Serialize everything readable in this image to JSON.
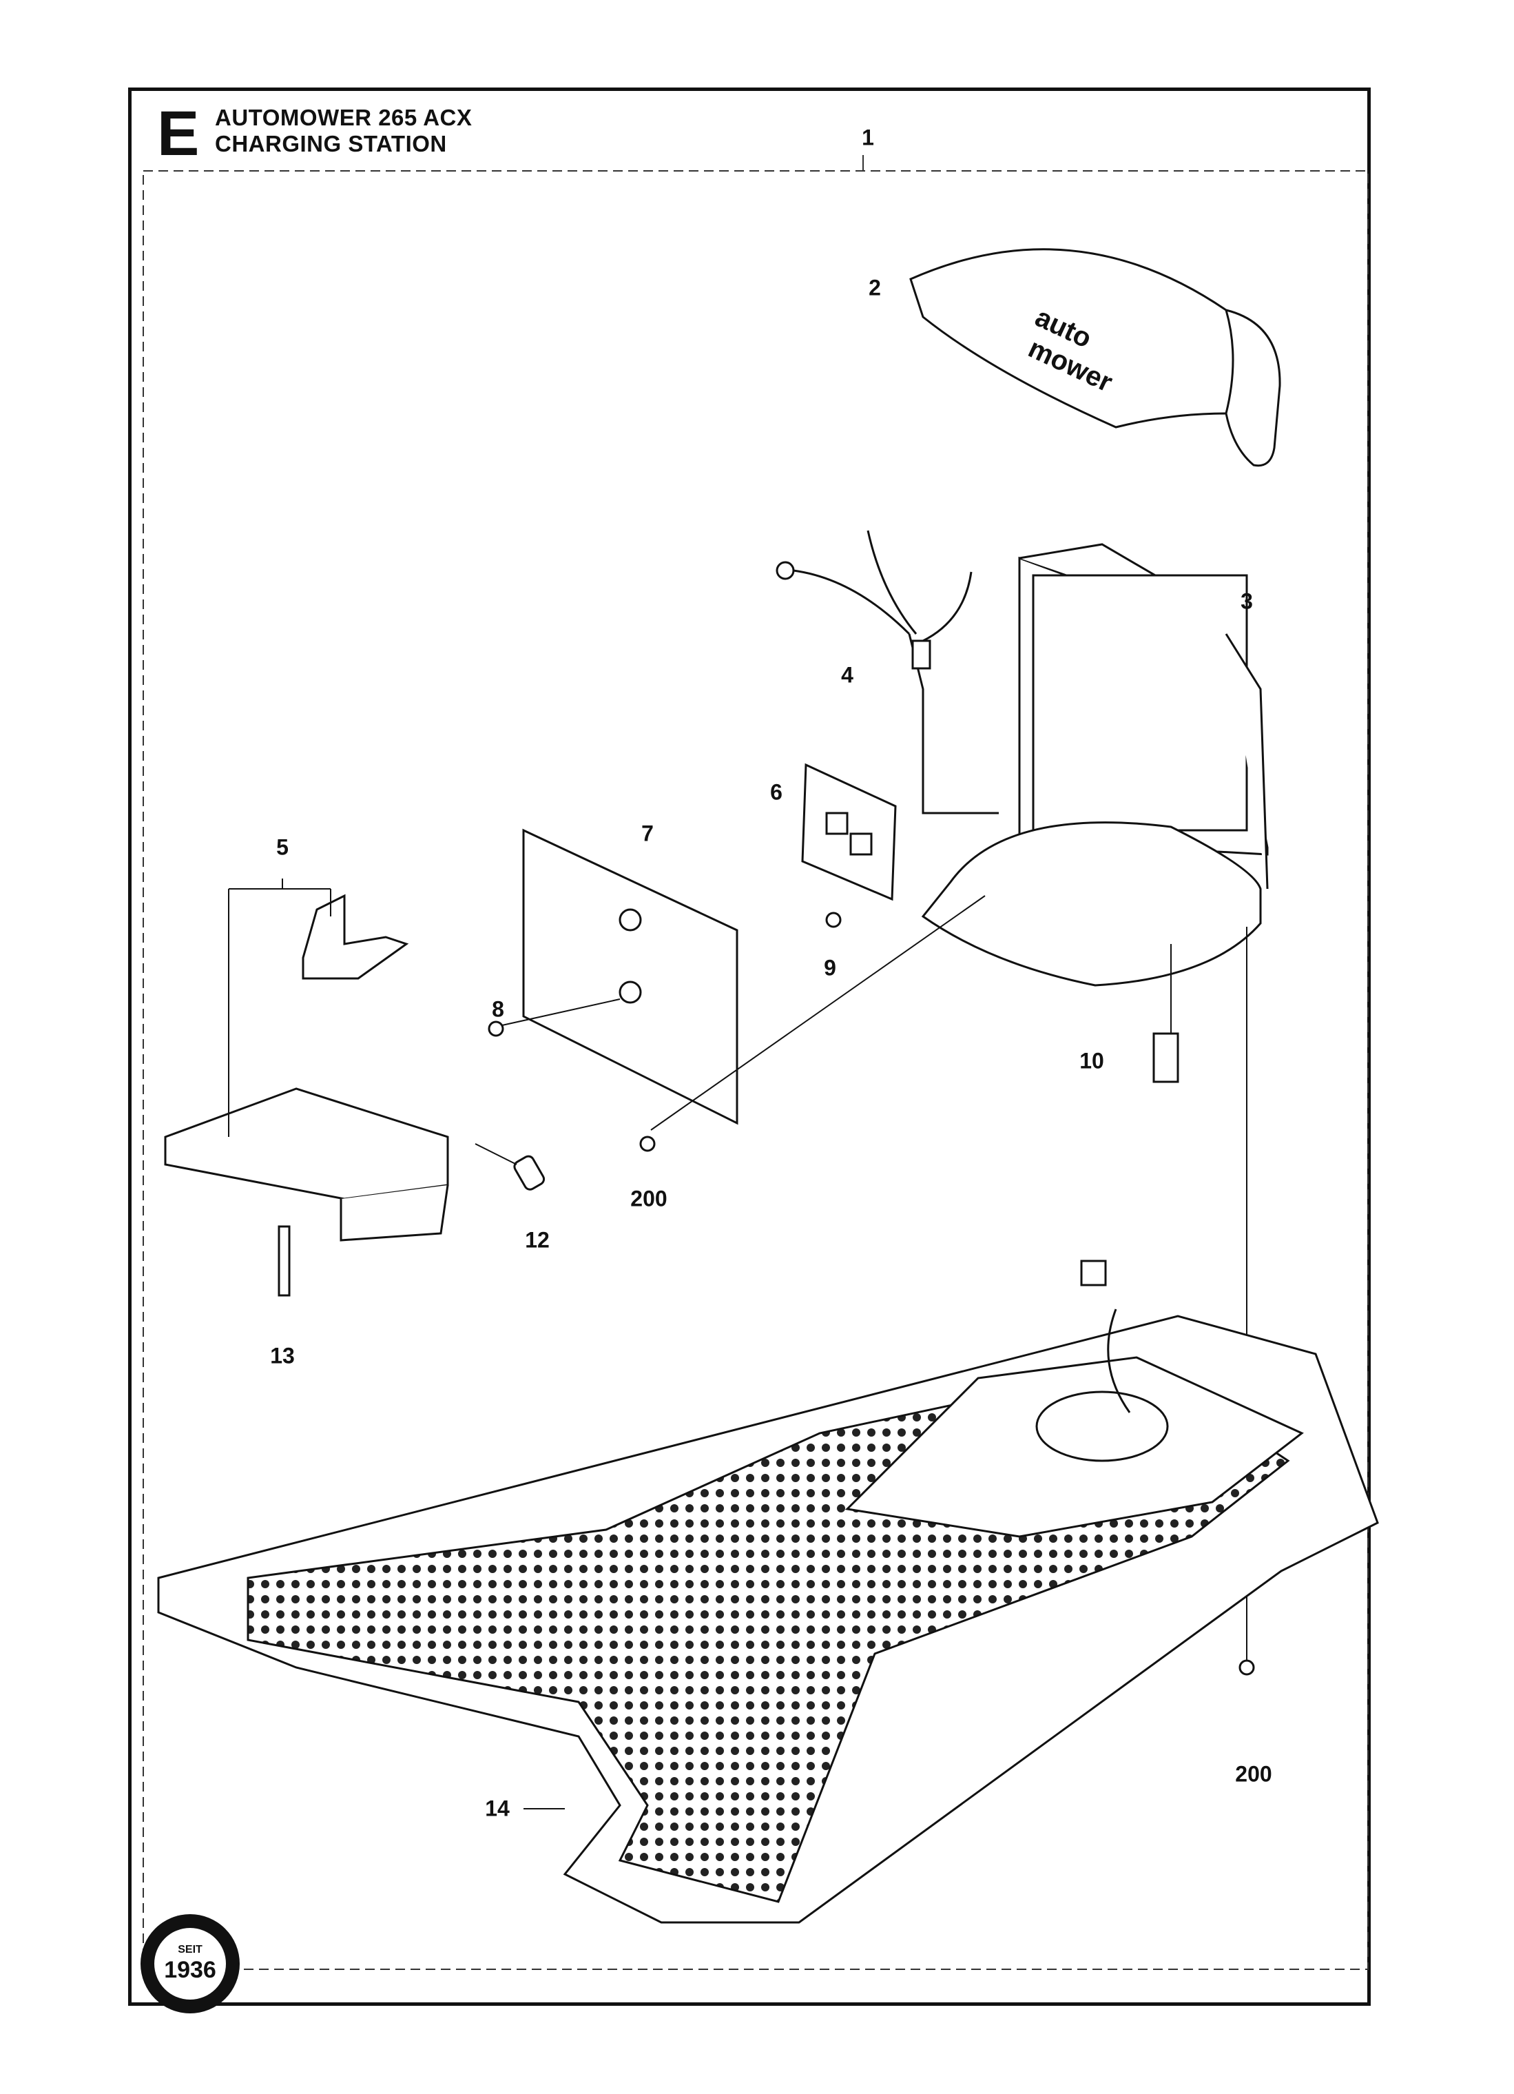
{
  "header": {
    "section_letter": "E",
    "title": "AUTOMOWER 265 ACX",
    "subtitle": "CHARGING STATION"
  },
  "callouts": [
    {
      "id": "c1",
      "label": "1"
    },
    {
      "id": "c2",
      "label": "2"
    },
    {
      "id": "c3",
      "label": "3"
    },
    {
      "id": "c4",
      "label": "4"
    },
    {
      "id": "c5",
      "label": "5"
    },
    {
      "id": "c6",
      "label": "6"
    },
    {
      "id": "c7",
      "label": "7"
    },
    {
      "id": "c8",
      "label": "8"
    },
    {
      "id": "c9",
      "label": "9"
    },
    {
      "id": "c10",
      "label": "10"
    },
    {
      "id": "c12",
      "label": "12"
    },
    {
      "id": "c13",
      "label": "13"
    },
    {
      "id": "c14",
      "label": "14"
    },
    {
      "id": "c200a",
      "label": "200"
    },
    {
      "id": "c200b",
      "label": "200"
    }
  ],
  "cover_logo": "auto mower",
  "seal": {
    "top_text": "SEIT",
    "year": "1936"
  }
}
